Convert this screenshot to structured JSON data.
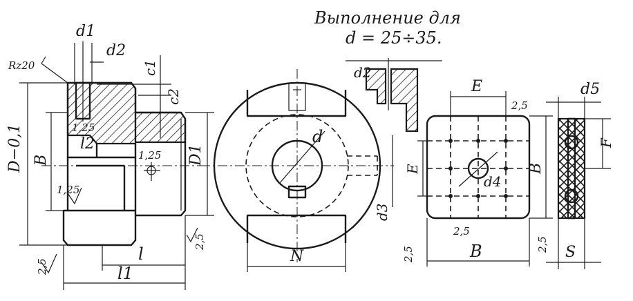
{
  "title": {
    "line1": "Выполнение для",
    "line2": "d = 25÷35."
  },
  "labels": {
    "d1": "d1",
    "d2": "d2",
    "d2_upper": "d2",
    "c1": "c1",
    "c2": "c2",
    "rz": "Rz20",
    "D": "D−0,1",
    "B_left": "B",
    "l2": "l2",
    "rough_125_a": "1,25",
    "rough_125_b": "1,25",
    "rough_125_c": "1,25",
    "D1": "D1",
    "l": "l",
    "l1": "l1",
    "rough_25_left": "2,5",
    "rough_25_mid": "2,5",
    "d": "d",
    "N": "N",
    "d3": "d3",
    "E_top": "E",
    "E_side": "E",
    "d4": "d4",
    "B_mid": "B",
    "B_bottom": "B",
    "rough_25_sq_top": "2,5",
    "rough_25_sq_bottom": "2,5",
    "rough_25_sq_left": "2,5",
    "rough_25_sq_right": "2,5",
    "d5": "d5",
    "F": "F",
    "S": "S"
  }
}
